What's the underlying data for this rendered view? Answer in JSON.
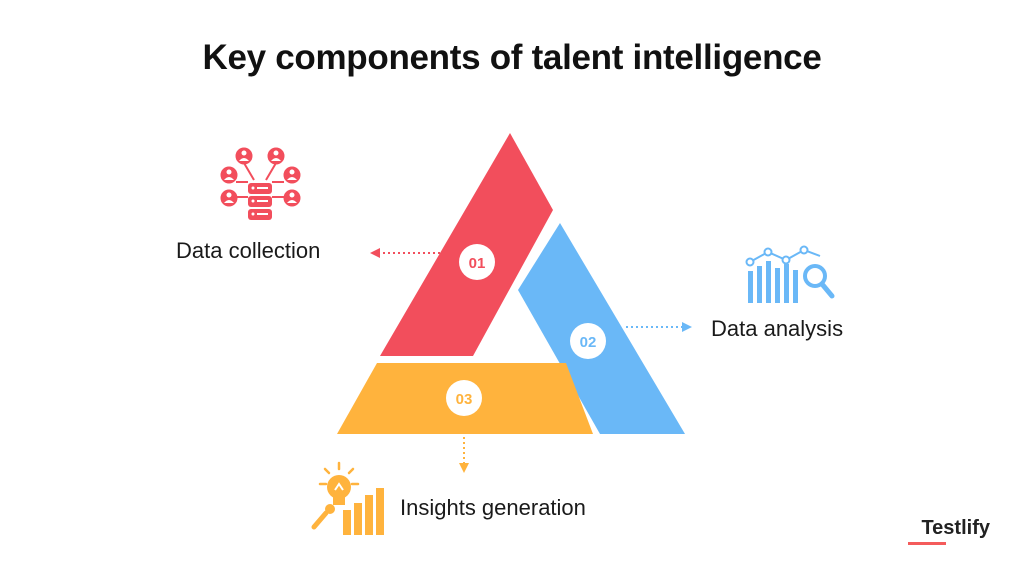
{
  "title": "Key components of talent intelligence",
  "brand": "Testlify",
  "colors": {
    "collection": "#f24e5c",
    "analysis": "#6ab8f7",
    "insights": "#ffb33d",
    "title": "#111111"
  },
  "components": [
    {
      "number": "01",
      "label": "Data collection",
      "icon": "database-network-icon"
    },
    {
      "number": "02",
      "label": "Data analysis",
      "icon": "chart-magnifier-icon"
    },
    {
      "number": "03",
      "label": "Insights generation",
      "icon": "lightbulb-chart-icon"
    }
  ]
}
